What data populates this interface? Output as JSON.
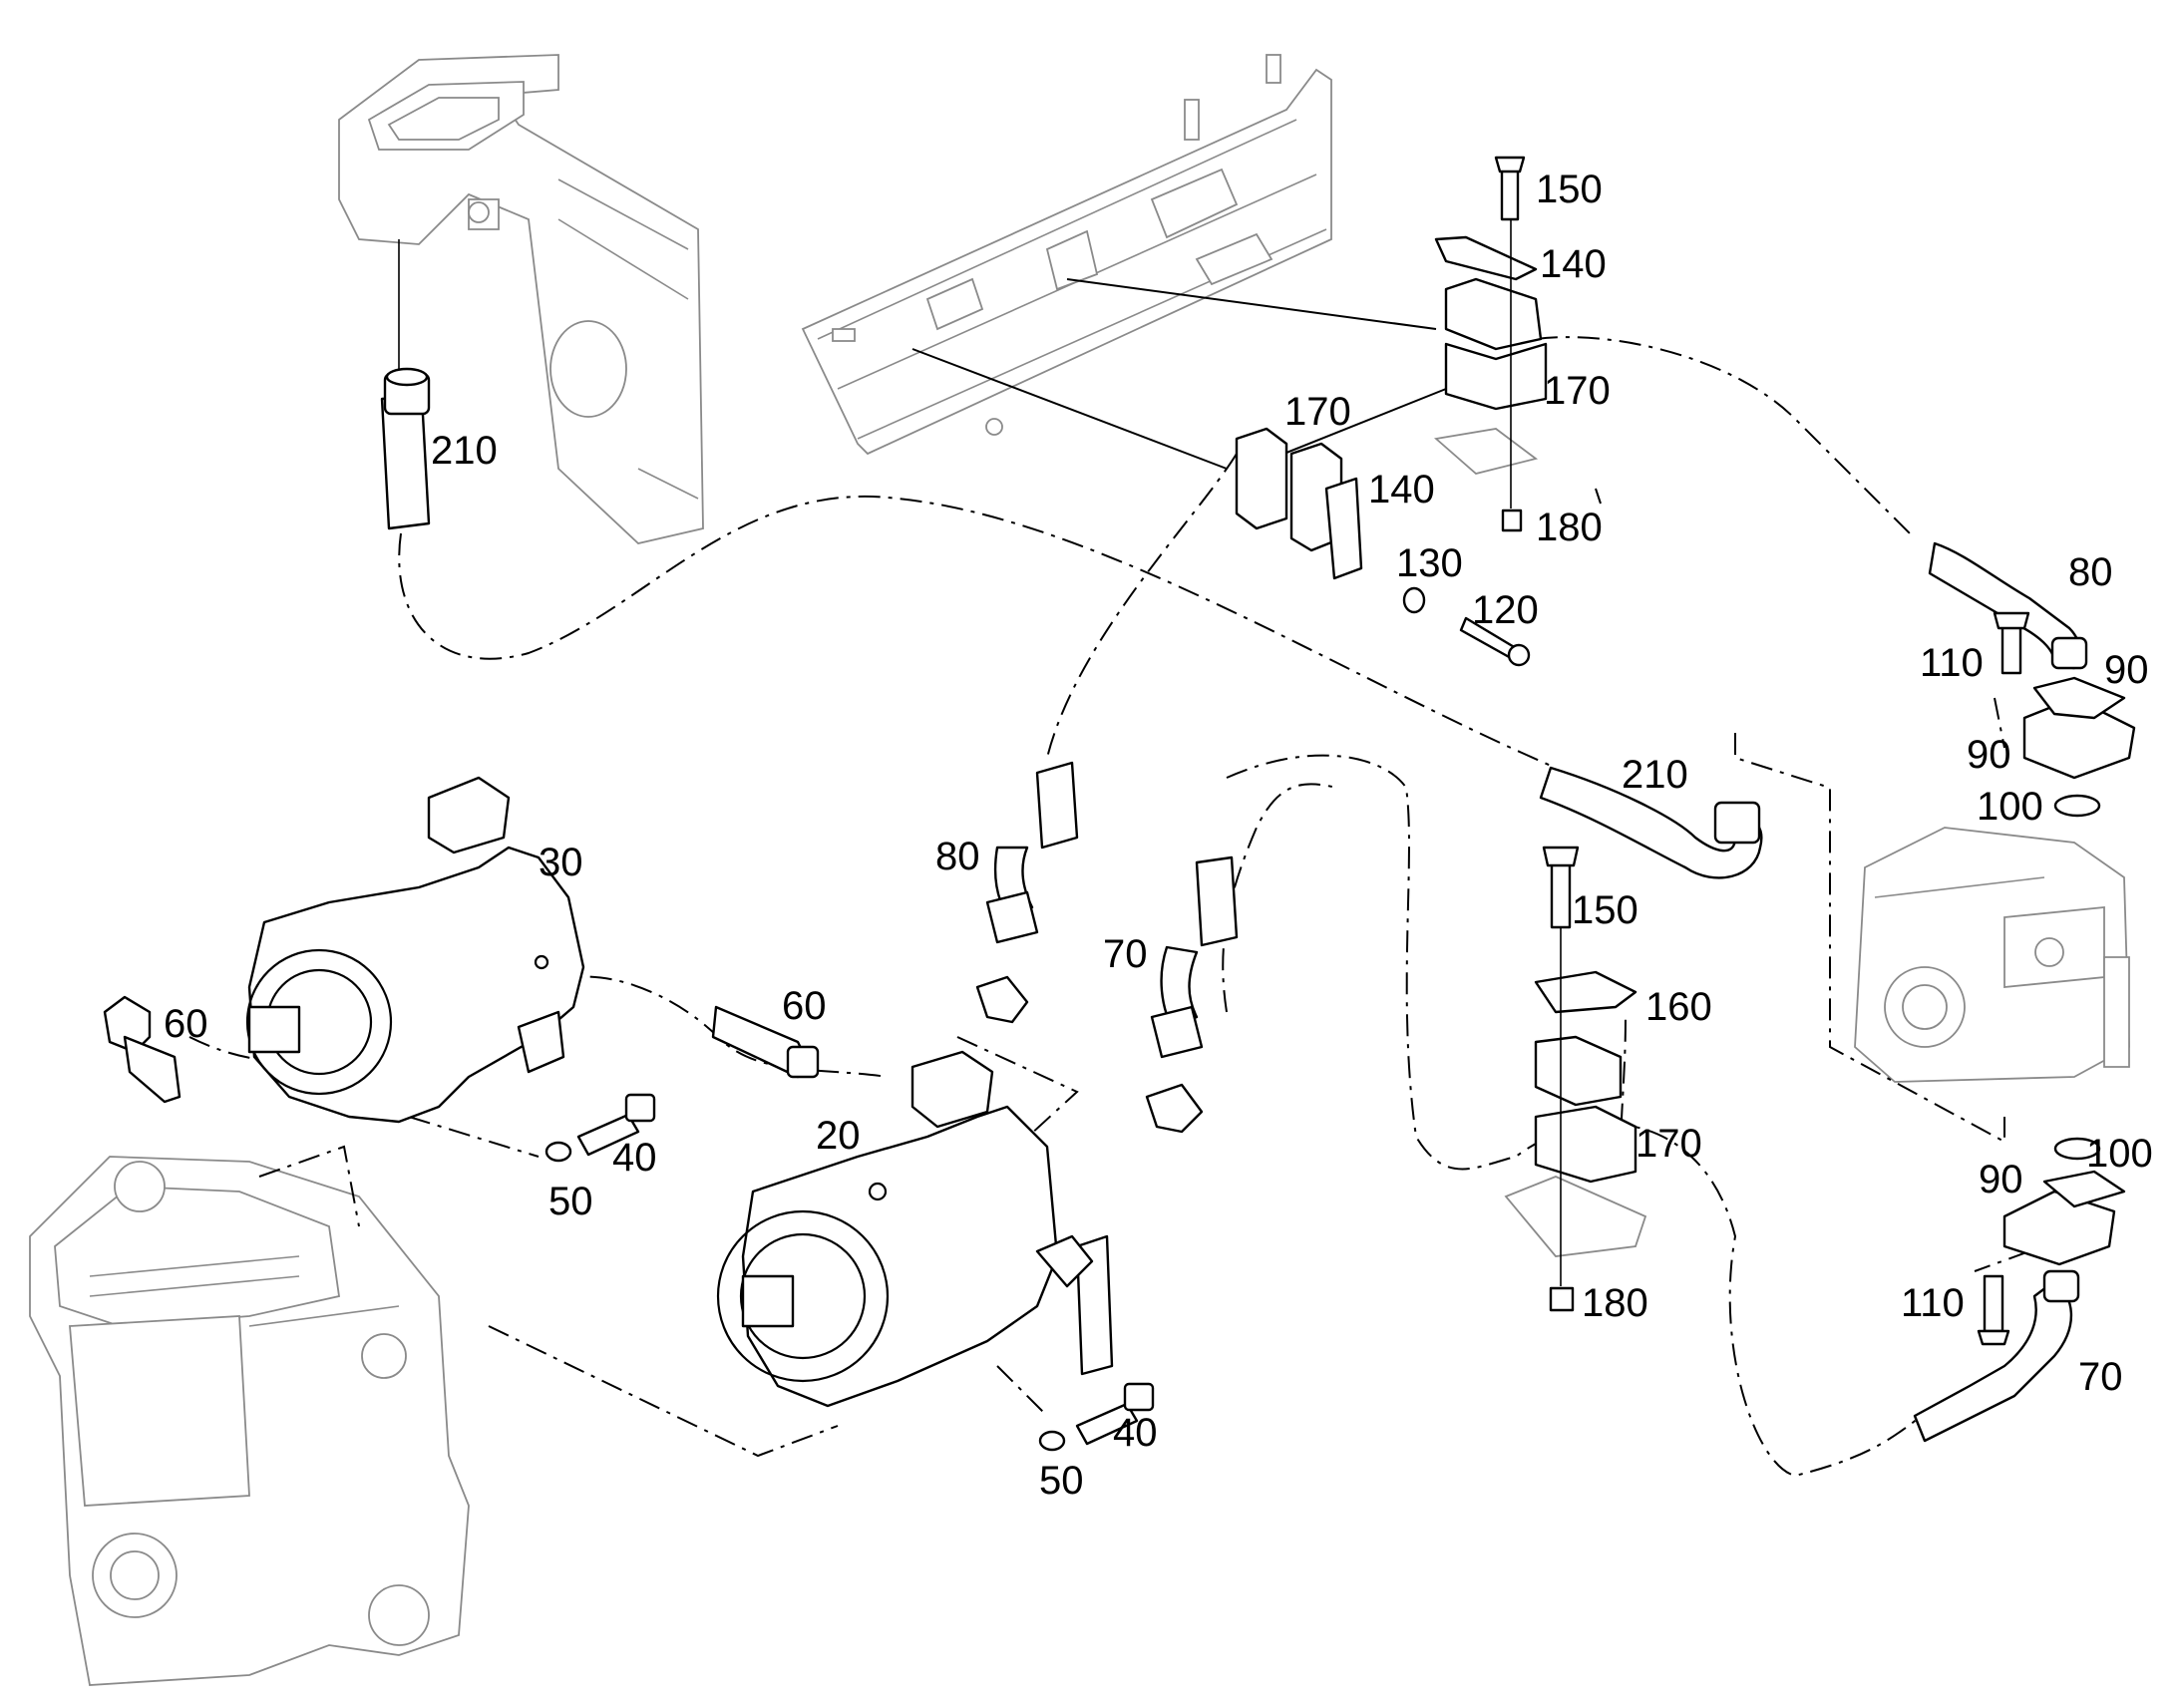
{
  "diagram": {
    "callouts": [
      {
        "id": "c150a",
        "text": "150"
      },
      {
        "id": "c140a",
        "text": "140"
      },
      {
        "id": "c170a",
        "text": "170"
      },
      {
        "id": "c170b",
        "text": "170"
      },
      {
        "id": "c140b",
        "text": "140"
      },
      {
        "id": "c180a",
        "text": "180"
      },
      {
        "id": "c130",
        "text": "130"
      },
      {
        "id": "c120",
        "text": "120"
      },
      {
        "id": "c210a",
        "text": "210"
      },
      {
        "id": "c80a",
        "text": "80"
      },
      {
        "id": "c110a",
        "text": "110"
      },
      {
        "id": "c90a",
        "text": "90"
      },
      {
        "id": "c90b",
        "text": "90"
      },
      {
        "id": "c100a",
        "text": "100"
      },
      {
        "id": "c210b",
        "text": "210"
      },
      {
        "id": "c30",
        "text": "30"
      },
      {
        "id": "c60a",
        "text": "60"
      },
      {
        "id": "c60b",
        "text": "60"
      },
      {
        "id": "c80b",
        "text": "80"
      },
      {
        "id": "c70a",
        "text": "70"
      },
      {
        "id": "c150b",
        "text": "150"
      },
      {
        "id": "c160",
        "text": "160"
      },
      {
        "id": "c20",
        "text": "20"
      },
      {
        "id": "c40a",
        "text": "40"
      },
      {
        "id": "c50a",
        "text": "50"
      },
      {
        "id": "c170c",
        "text": "170"
      },
      {
        "id": "c100b",
        "text": "100"
      },
      {
        "id": "c90c",
        "text": "90"
      },
      {
        "id": "c180b",
        "text": "180"
      },
      {
        "id": "c110b",
        "text": "110"
      },
      {
        "id": "c70b",
        "text": "70"
      },
      {
        "id": "c40b",
        "text": "40"
      },
      {
        "id": "c50b",
        "text": "50"
      }
    ]
  }
}
